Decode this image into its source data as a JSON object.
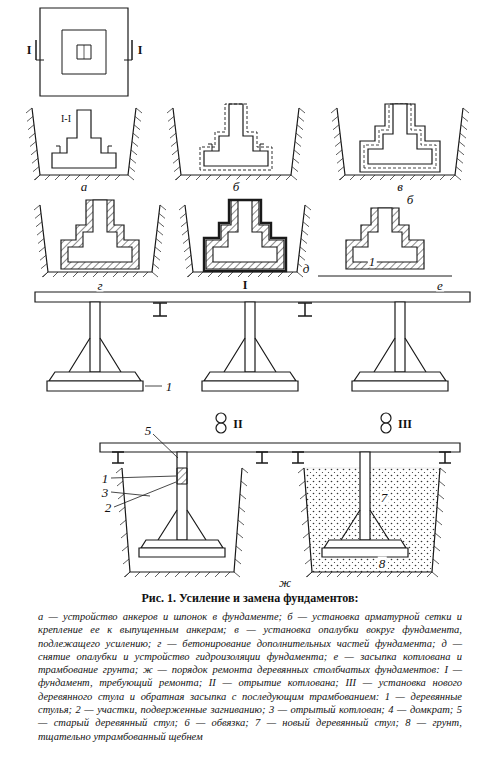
{
  "diagram": {
    "caption": "Рис. 1. Усиление и замена фундаментов:",
    "labels": [
      "I",
      "I",
      "I-I",
      "а",
      "б",
      "в",
      "г",
      "I",
      "д",
      "б",
      "1",
      "е",
      "1",
      "II",
      "III",
      "5",
      "1",
      "3",
      "2",
      "7",
      "8",
      "ж",
      "а — устройство анкеров и шпонок в фундаменте; б — установка арматурной сетки и крепление ее к выпущенным анкерам; в — установка опалубки вокруг фундамента, подлежащего усилению; г — бетонирование дополнительных частей фундамента; д — снятие опалубки и устройство гидроизоляции фундамента; е — засыпка котлована и трамбование грунта; ж — порядок ремонта деревянных столбчатых фундаментов: I — фундамент, требующий ремонта; II — отрытие котлована; III — установка нового деревянного стула и обратная засыпка с последующим трамбованием: 1 — деревянные стулья; 2 — участки, подверженные загниванию; 3 — отрытый котлован; 4 — домкрат; 5 — старый деревянный стул; 6 — обвязка; 7 — новый деревянный стул; 8 — грунт, тщательно утрамбованный щебнем"
    ]
  }
}
